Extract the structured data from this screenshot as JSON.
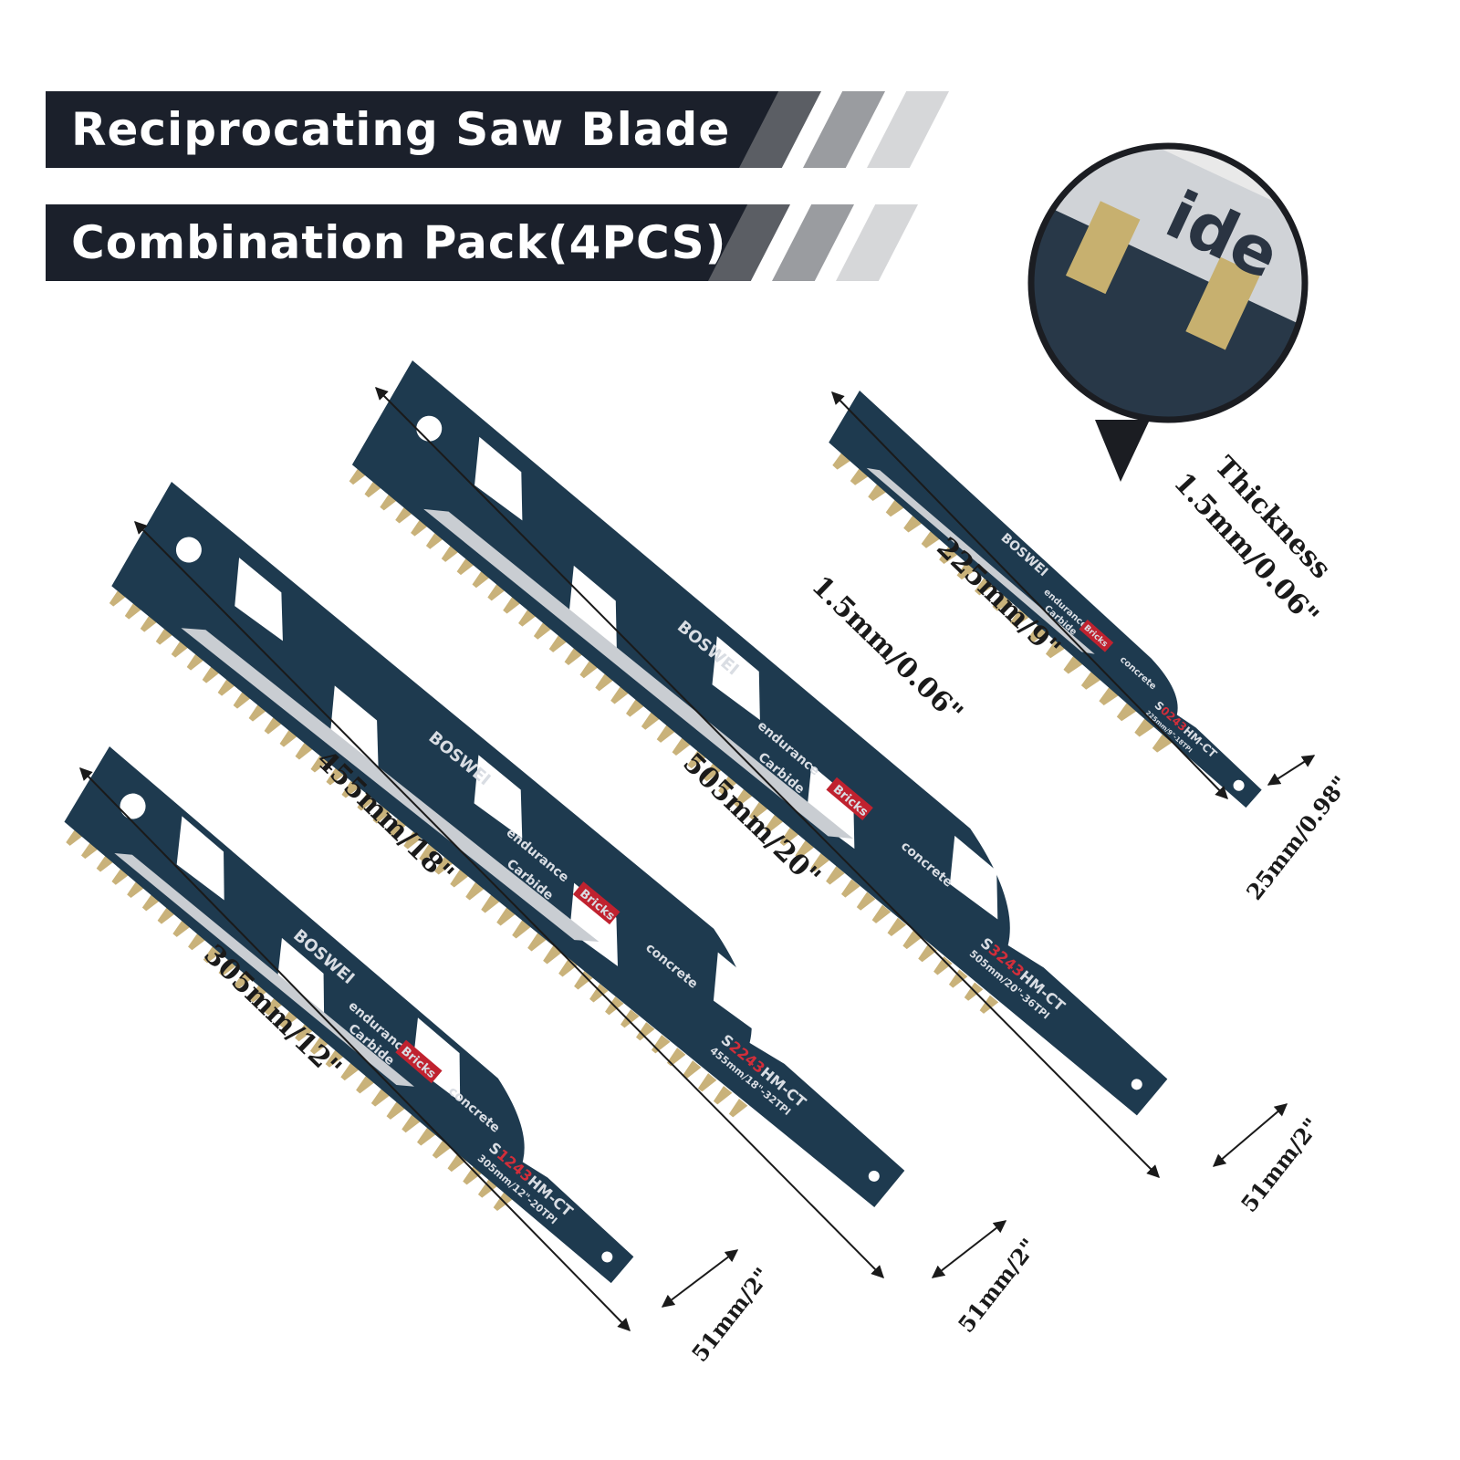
{
  "header": {
    "title_line1": "Reciprocating Saw Blade",
    "title_line2": "Combination Pack(4PCS)",
    "stripe_colors": [
      "#5b5e64",
      "#9a9ca0",
      "#d6d7d9"
    ],
    "banner_color": "#1b202b"
  },
  "callout": {
    "zoom_text": "ide",
    "thickness_label": "Thickness",
    "thickness_value": "1.5mm/0.06\""
  },
  "blade_common": {
    "brand": "BOSWEI",
    "word_endurance": "endurance",
    "word_bricks": "Bricks",
    "word_concrete": "concrete",
    "word_carbide": "Carbide",
    "blade_color": "#1e3a4f",
    "tooth_color": "#c9b27a"
  },
  "blades": [
    {
      "id": "blade-305",
      "length_label": "305mm/12\"",
      "width_label": "51mm/2\"",
      "code_prefix": "S",
      "code_number": "1243",
      "code_suffix": "HM-CT",
      "spec": "305mm/12\"-20TPI"
    },
    {
      "id": "blade-455",
      "length_label": "455mm/18\"",
      "width_label": "51mm/2\"",
      "code_prefix": "S",
      "code_number": "2243",
      "code_suffix": "HM-CT",
      "spec": "455mm/18\"-32TPI"
    },
    {
      "id": "blade-505",
      "length_label": "505mm/20\"",
      "width_label": "51mm/2\"",
      "thickness_label": "1.5mm/0.06\"",
      "code_prefix": "S",
      "code_number": "3243",
      "code_suffix": "HM-CT",
      "spec": "505mm/20\"-36TPI"
    },
    {
      "id": "blade-225",
      "length_label": "225mm/9\"",
      "width_label": "25mm/0.98\"",
      "code_prefix": "S",
      "code_number": "0243",
      "code_suffix": "HM-CT",
      "spec": "225mm/9\"-18TPI"
    }
  ]
}
